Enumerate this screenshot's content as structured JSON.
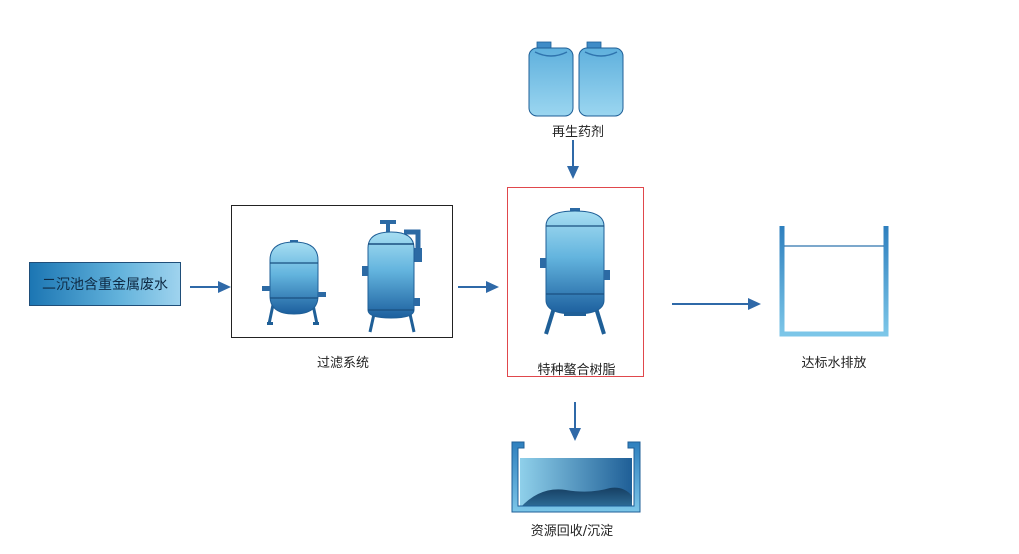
{
  "source": {
    "label": "二沉池含重金属废水"
  },
  "filter_system": {
    "label": "过滤系统"
  },
  "regenerant": {
    "label": "再生药剂"
  },
  "resin": {
    "label": "特种螯合树脂"
  },
  "discharge": {
    "label": "达标水排放"
  },
  "recovery": {
    "label": "资源回收/沉淀"
  },
  "colors": {
    "arrow": "#2f69a8",
    "highlight_frame": "#e0474c",
    "water_light": "#8fd0ea",
    "water_dark": "#1f6fb0"
  },
  "icons": [
    "arrow-right-icon",
    "arrow-down-icon",
    "tank-icon",
    "bag-filter-icon",
    "chemical-drum-icon",
    "resin-column-icon",
    "water-basin-icon",
    "sediment-tank-icon"
  ]
}
